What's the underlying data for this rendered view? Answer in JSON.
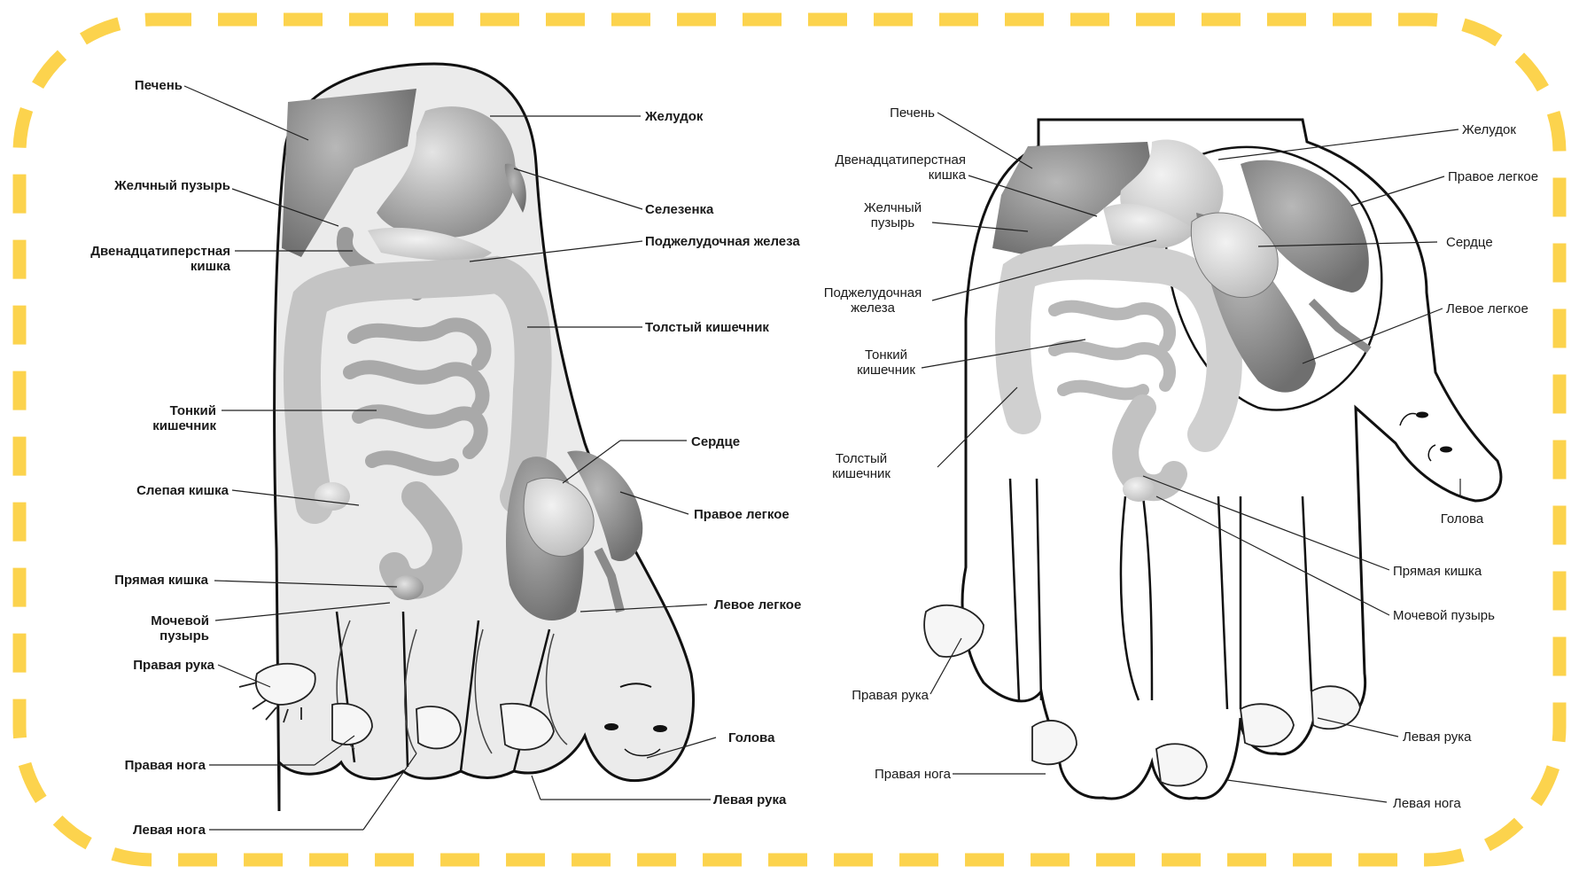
{
  "colors": {
    "border": "#FCD34D",
    "outline": "#111111",
    "organ_dark": "#8f8f8f",
    "organ_mid": "#b3b3b3",
    "organ_light": "#d6d6d6",
    "leader": "#222222"
  },
  "foot": {
    "labels": {
      "liver": "Печень",
      "stomach": "Желудок",
      "gallbladder": "Желчный пузырь",
      "spleen": "Селезенка",
      "duodenum_1": "Двенадцатиперстная",
      "duodenum_2": "кишка",
      "pancreas": "Поджелудочная железа",
      "colon": "Толстый кишечник",
      "small_int_1": "Тонкий",
      "small_int_2": "кишечник",
      "heart": "Сердце",
      "cecum": "Слепая кишка",
      "right_lung": "Правое легкое",
      "rectum": "Прямая кишка",
      "left_lung": "Левое легкое",
      "bladder_1": "Мочевой",
      "bladder_2": "пузырь",
      "right_arm": "Правая рука",
      "head": "Голова",
      "right_leg": "Правая нога",
      "left_arm": "Левая рука",
      "left_leg": "Левая нога"
    }
  },
  "hand": {
    "labels": {
      "liver": "Печень",
      "stomach": "Желудок",
      "duodenum_1": "Двенадцатиперстная",
      "duodenum_2": "кишка",
      "right_lung": "Правое легкое",
      "gallbladder_1": "Желчный",
      "gallbladder_2": "пузырь",
      "heart": "Сердце",
      "pancreas_1": "Поджелудочная",
      "pancreas_2": "железа",
      "left_lung": "Левое легкое",
      "small_int_1": "Тонкий",
      "small_int_2": "кишечник",
      "colon_1": "Толстый",
      "colon_2": "кишечник",
      "head": "Голова",
      "rectum": "Прямая кишка",
      "bladder": "Мочевой пузырь",
      "right_arm": "Правая рука",
      "left_arm": "Левая рука",
      "right_leg": "Правая нога",
      "left_leg": "Левая нога"
    }
  }
}
